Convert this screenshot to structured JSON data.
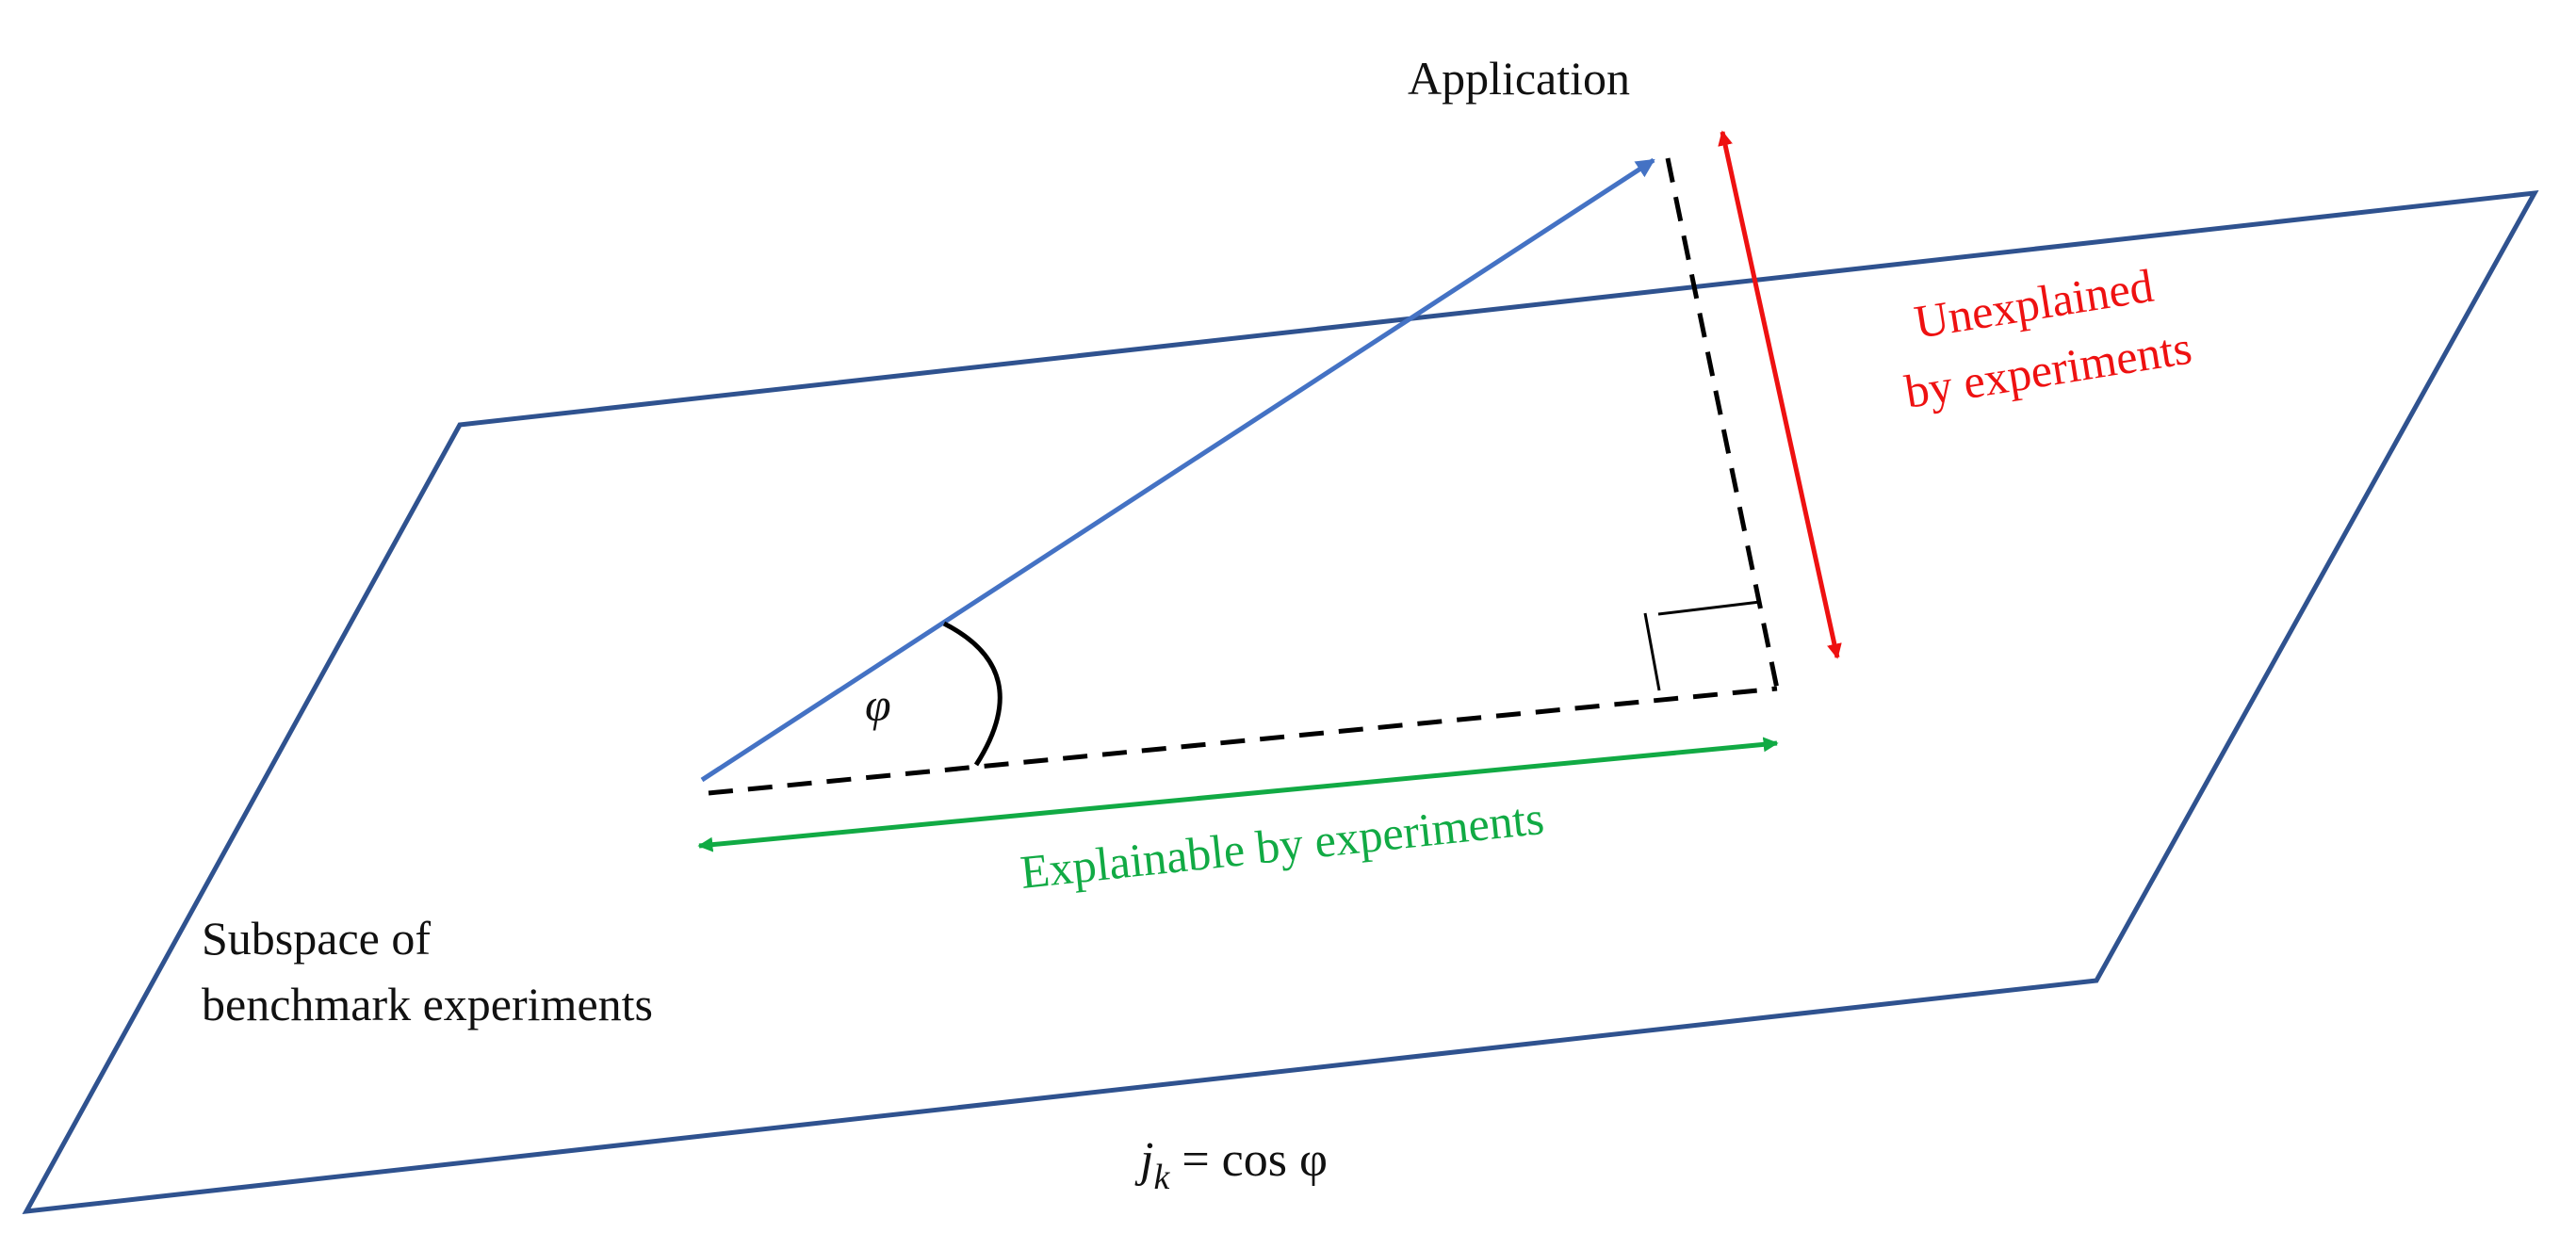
{
  "labels": {
    "application": "Application",
    "unexplained_line1": "Unexplained",
    "unexplained_line2": "by experiments",
    "explainable": "Explainable by experiments",
    "subspace_line1": "Subspace of",
    "subspace_line2": "benchmark experiments",
    "angle_symbol": "φ",
    "formula_var": "j",
    "formula_sub": "k",
    "formula_rest": " = cos φ"
  },
  "colors": {
    "plane": "#2f528f",
    "application_vector": "#4472c4",
    "projection": "#000000",
    "unexplained": "#ee1111",
    "explainable": "#11aa44"
  }
}
